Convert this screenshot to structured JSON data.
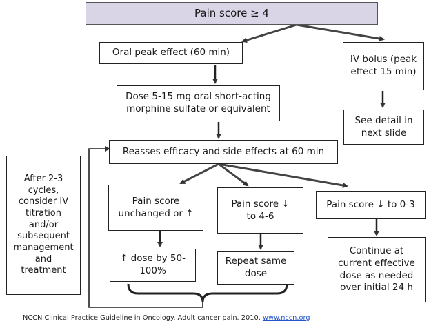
{
  "nodes": {
    "top": "Pain score ≥ 4",
    "oral_peak": "Oral peak effect (60 min)",
    "iv_bolus": "IV bolus (peak\neffect 15 min)",
    "dose_oral": "Dose 5-15 mg oral short-acting\nmorphine sulfate or equivalent",
    "see_detail": "See detail in\nnext slide",
    "reassess": "Reasses efficacy and side effects at 60 min",
    "after_cycles": "After 2-3\ncycles,\nconsider IV\ntitration\nand/or\nsubsequent\nmanagement\nand\ntreatment",
    "pain_unchanged": "Pain score\nunchanged or ↑",
    "pain_4_6": "Pain score ↓\nto 4-6",
    "pain_0_3": "Pain score ↓ to 0-3",
    "dose_increase": "↑ dose by 50-\n100%",
    "repeat_dose": "Repeat same\ndose",
    "continue_dose": "Continue at\ncurrent effective\ndose as needed\nover initial 24 h"
  },
  "citation": {
    "text": "NCCN Clinical Practice Guideline in Oncology. Adult cancer pain. 2010. ",
    "link": "www.nccn.org"
  }
}
